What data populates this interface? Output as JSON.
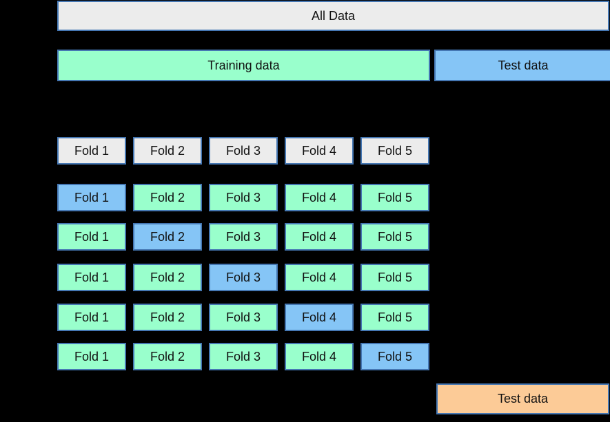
{
  "diagram": {
    "all_data_label": "All Data",
    "training_label": "Training data",
    "test_label": "Test data",
    "final_test_label": "Test data",
    "fold_labels": [
      "Fold 1",
      "Fold 2",
      "Fold 3",
      "Fold 4",
      "Fold 5"
    ],
    "splits": [
      {
        "cells": [
          "Fold 1",
          "Fold 2",
          "Fold 3",
          "Fold 4",
          "Fold 5"
        ],
        "test_fold_index": 0
      },
      {
        "cells": [
          "Fold 1",
          "Fold 2",
          "Fold 3",
          "Fold 4",
          "Fold 5"
        ],
        "test_fold_index": 1
      },
      {
        "cells": [
          "Fold 1",
          "Fold 2",
          "Fold 3",
          "Fold 4",
          "Fold 5"
        ],
        "test_fold_index": 2
      },
      {
        "cells": [
          "Fold 1",
          "Fold 2",
          "Fold 3",
          "Fold 4",
          "Fold 5"
        ],
        "test_fold_index": 3
      },
      {
        "cells": [
          "Fold 1",
          "Fold 2",
          "Fold 3",
          "Fold 4",
          "Fold 5"
        ],
        "test_fold_index": 4
      }
    ],
    "colors": {
      "background": "#000000",
      "border": "#4577b3",
      "all_data_fill": "#ececec",
      "train_fill": "#99ffcc",
      "test_fill": "#85c5f6",
      "holdout_fill": "#fccb97"
    }
  }
}
